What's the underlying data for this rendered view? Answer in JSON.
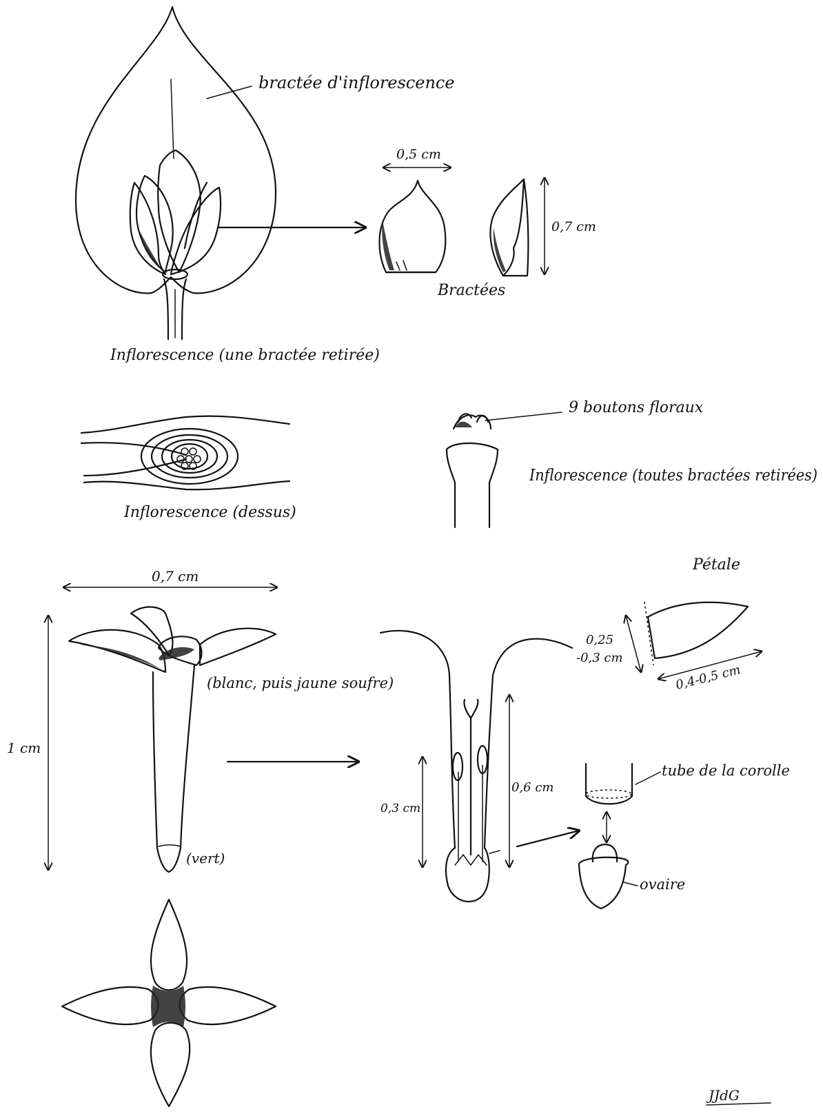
{
  "labels": {
    "bract_inflorescence": "bractée d'inflorescence",
    "bract_width": "0,5 cm",
    "bract_height": "0,7 cm",
    "bracts": "Bractées",
    "inflorescence_one_bract": "Inflorescence (une bractée retirée)",
    "inflorescence_top": "Inflorescence (dessus)",
    "nine_buds": "9 boutons floraux",
    "inflorescence_all_bracts": "Inflorescence (toutes bractées retirées)",
    "petal": "Pétale",
    "flower_width": "0,7 cm",
    "flower_height": "1 cm",
    "flower_color": "(blanc, puis jaune soufre)",
    "green": "(vert)",
    "petal_width_a": "0,25",
    "petal_width_b": "-0,3 cm",
    "petal_length": "0,4-0,5 cm",
    "stamen_height": "0,3 cm",
    "style_height": "0,6 cm",
    "corolla_tube": "tube de la corolle",
    "ovary": "ovaire",
    "signature": "JJdG"
  },
  "colors": {
    "ink": "#111111",
    "paper": "#ffffff"
  }
}
